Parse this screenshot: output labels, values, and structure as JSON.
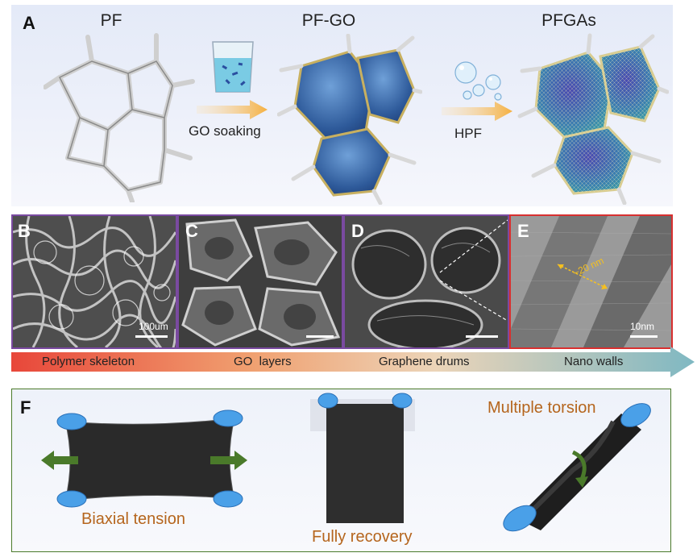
{
  "panel_a": {
    "letter": "A",
    "stages": [
      "PF",
      "PF-GO",
      "PFGAs"
    ],
    "arrow1_label": "GO soaking",
    "arrow2_label": "HPF"
  },
  "sem_panels": [
    {
      "letter": "B",
      "scale": "100um"
    },
    {
      "letter": "C",
      "scale": ""
    },
    {
      "letter": "D",
      "scale": ""
    },
    {
      "letter": "E",
      "scale": "10nm",
      "annotation": "~20 nm"
    }
  ],
  "gradient_bar": {
    "labels": [
      "Polymer skeleton",
      "GO  layers",
      "Graphene drums",
      "Nano walls"
    ],
    "colors": [
      "#e8473a",
      "#f0a070",
      "#d8c8b0",
      "#7fb8c2"
    ]
  },
  "panel_f": {
    "letter": "F",
    "labels": [
      "Biaxial tension",
      "Fully recovery",
      "Multiple torsion"
    ],
    "label_color": "#b5651d",
    "arrow_color": "#4a7a2a"
  }
}
